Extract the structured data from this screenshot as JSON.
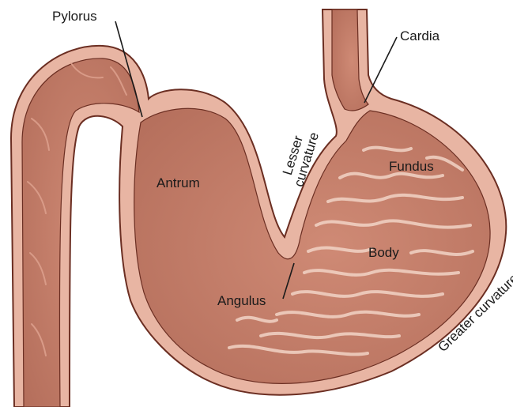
{
  "diagram": {
    "labels": {
      "pylorus": "Pylorus",
      "cardia": "Cardia",
      "antrum": "Antrum",
      "fundus": "Fundus",
      "body": "Body",
      "angulus": "Angulus",
      "lesser_curvature_line1": "Lesser",
      "lesser_curvature_line2": "curvature",
      "greater_curvature": "Greater curvature"
    },
    "colors": {
      "wall": "#e8b5a3",
      "wall_outline": "#6b2e22",
      "lumen": "#c9806c",
      "rugae": "#f2d4c6",
      "leader_line": "#1a1a1a"
    }
  }
}
